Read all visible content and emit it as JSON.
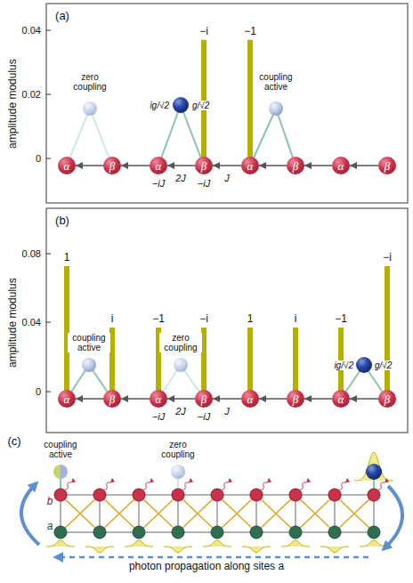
{
  "diagram": {
    "nodes": [
      {
        "text": [
          "α"
        ]
      },
      {
        "text": [
          "β"
        ]
      },
      {
        "text": [
          "α"
        ]
      },
      {
        "text": [
          "β"
        ]
      },
      {
        "text": [
          "α"
        ]
      },
      {
        "text": [
          "β"
        ]
      },
      {
        "text": [
          "α"
        ]
      },
      {
        "text": [
          "β"
        ]
      },
      {
        "text": [
          "α"
        ]
      },
      {
        "text": [
          "β"
        ]
      },
      {
        "text": [
          "α"
        ]
      },
      {
        "text": [
          "β"
        ]
      },
      {
        "text": [
          "α"
        ]
      },
      {
        "text": [
          "β"
        ]
      },
      {
        "text": [
          "α"
        ]
      },
      {
        "text": [
          "β"
        ]
      }
    ],
    "edges": [
      {
        "from": 1,
        "to": 0,
        "arrow": "to"
      },
      {
        "from": 2,
        "to": 1,
        "arrow": "to"
      },
      {
        "from": 3,
        "to": 2,
        "arrow": "to"
      },
      {
        "from": 4,
        "to": 3,
        "arrow": "to"
      },
      {
        "from": 5,
        "to": 4,
        "arrow": "to"
      },
      {
        "from": 6,
        "to": 5,
        "arrow": "to"
      },
      {
        "from": 7,
        "to": 6,
        "arrow": "to"
      },
      {
        "from": 9,
        "to": 8,
        "arrow": "to"
      },
      {
        "from": 10,
        "to": 9,
        "arrow": "to"
      },
      {
        "from": 11,
        "to": 10,
        "arrow": "to"
      },
      {
        "from": 12,
        "to": 11,
        "arrow": "to"
      },
      {
        "from": 13,
        "to": 12,
        "arrow": "to"
      },
      {
        "from": 14,
        "to": 13,
        "arrow": "to"
      },
      {
        "from": 15,
        "to": 14,
        "arrow": "to"
      }
    ],
    "labels": [
      "amplitude modulus",
      "0.04",
      "0.02",
      "0",
      "(a)",
      "−i",
      "−1",
      "zero coupling",
      "coupling active",
      "ig/√2",
      "g/√2",
      "−iJ",
      "2J",
      "−iJ",
      "J",
      "amplitude modulus",
      "0.08",
      "0.04",
      "0",
      "(b)",
      "1",
      "i",
      "−1",
      "−i",
      "1",
      "i",
      "−1",
      "−i",
      "coupling active",
      "zero coupling",
      "ig/√2",
      "g/√2",
      "−iJ",
      "2J",
      "−iJ",
      "J",
      "(c)",
      "coupling active",
      "zero coupling",
      "b",
      "a",
      "photon propagation along sites a"
    ]
  }
}
